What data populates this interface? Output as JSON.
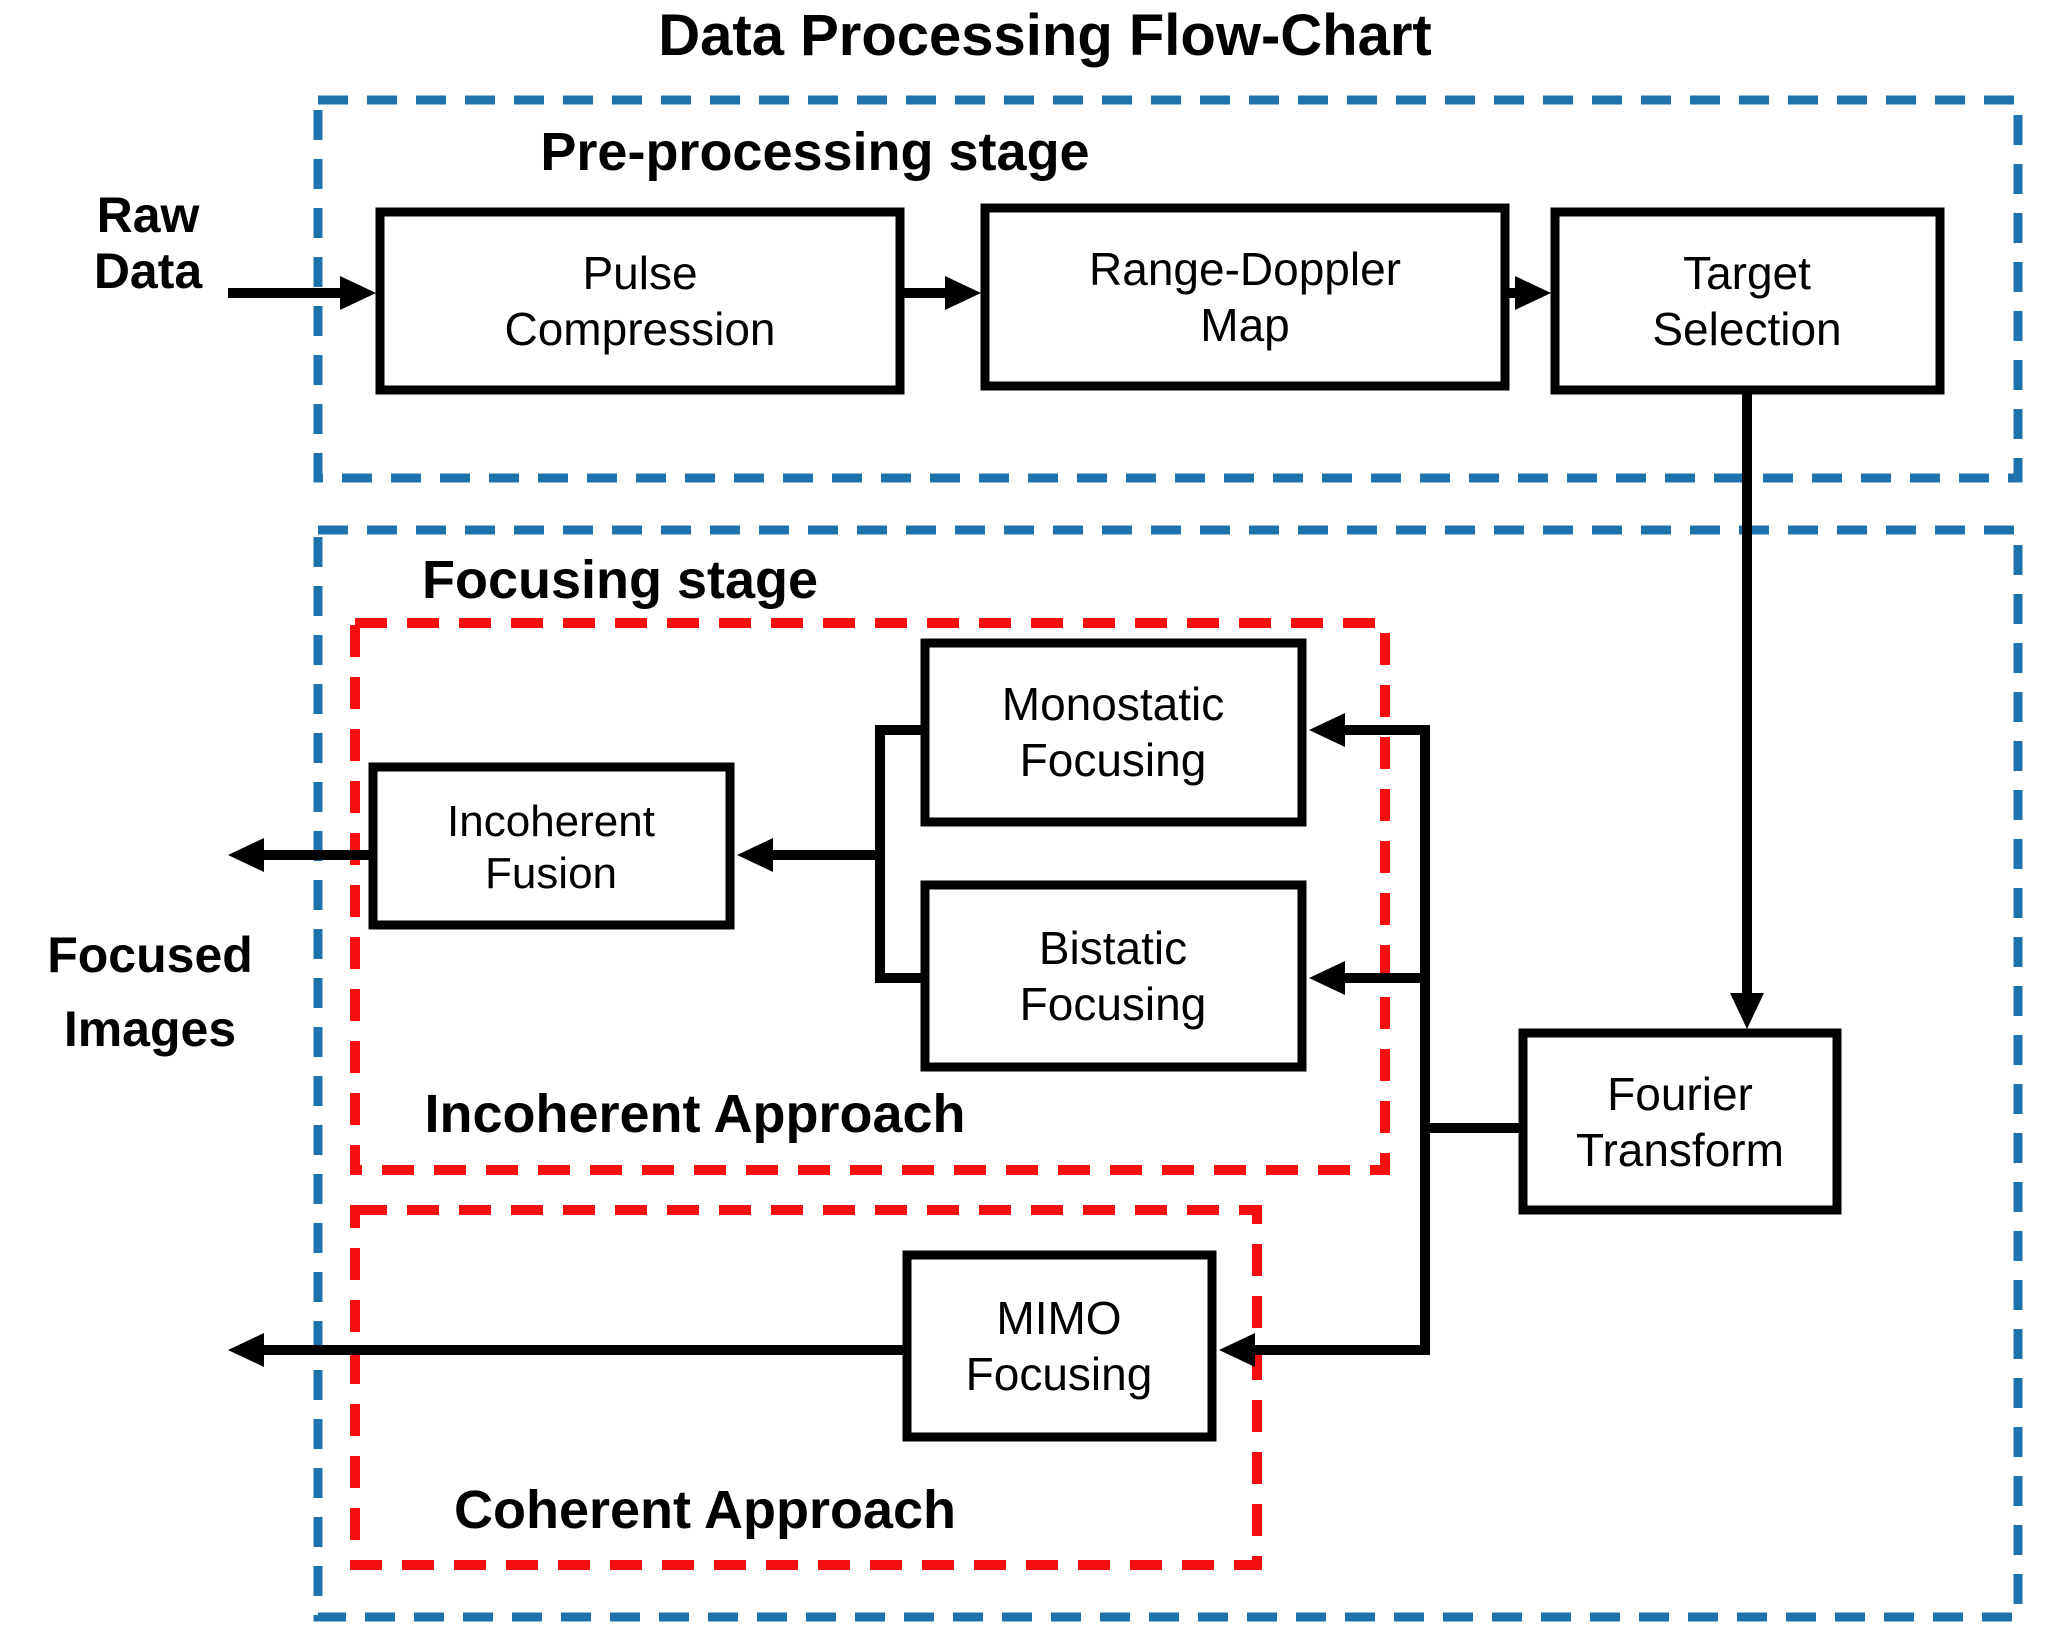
{
  "title": "Data Processing Flow-Chart",
  "colors": {
    "stage_blue": "#1f73ad",
    "approach_red": "#f50f0f",
    "line_black": "#000000",
    "background": "#ffffff"
  },
  "stages": {
    "pre_processing": {
      "label": "Pre-processing stage"
    },
    "focusing": {
      "label": "Focusing stage"
    }
  },
  "approaches": {
    "incoherent": {
      "label": "Incoherent Approach"
    },
    "coherent": {
      "label": "Coherent Approach"
    }
  },
  "io": {
    "raw_data": {
      "line1": "Raw",
      "line2": "Data"
    },
    "focused_images": {
      "line1": "Focused",
      "line2": "Images"
    }
  },
  "nodes": {
    "pulse_compression": {
      "line1": "Pulse",
      "line2": "Compression"
    },
    "range_doppler": {
      "line1": "Range-Doppler",
      "line2": "Map"
    },
    "target_selection": {
      "line1": "Target",
      "line2": "Selection"
    },
    "monostatic": {
      "line1": "Monostatic",
      "line2": "Focusing"
    },
    "bistatic": {
      "line1": "Bistatic",
      "line2": "Focusing"
    },
    "incoherent_fusion": {
      "line1": "Incoherent",
      "line2": "Fusion"
    },
    "mimo": {
      "line1": "MIMO",
      "line2": "Focusing"
    },
    "fourier": {
      "line1": "Fourier",
      "line2": "Transform"
    }
  }
}
